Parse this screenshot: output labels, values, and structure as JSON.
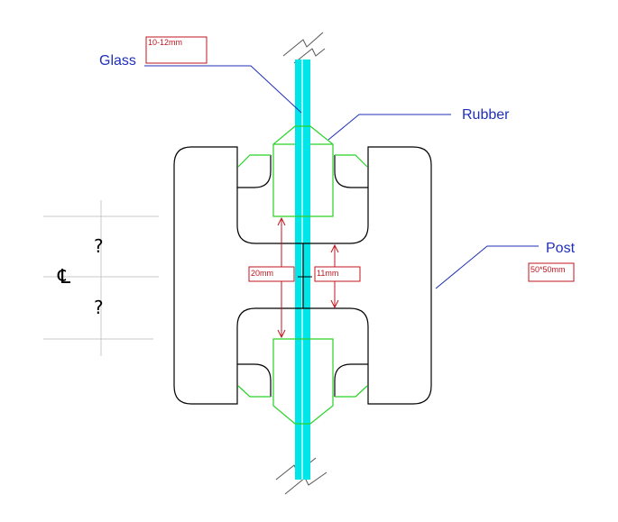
{
  "labels": {
    "glass": "Glass",
    "rubber": "Rubber",
    "post": "Post",
    "glass_thickness": "10-12mm",
    "post_size": "50*50mm",
    "dim_20": "20mm",
    "dim_11": "11mm",
    "centerline": "℄",
    "q_top": "?",
    "q_bottom": "?"
  },
  "colors": {
    "glass": "#00e5e8",
    "rubber": "#27d327",
    "leader": "#1f2fb8",
    "dimension": "#c0161f",
    "outline": "#000000",
    "construction": "#c8c8c8"
  }
}
